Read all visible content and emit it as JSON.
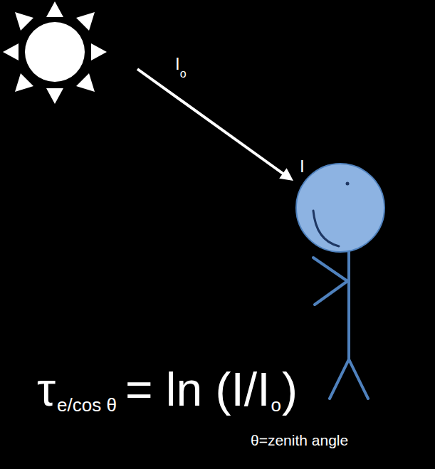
{
  "diagram": {
    "labels": [
      "I",
      "o",
      "I",
      "τ",
      "e/cos θ",
      "= ln (I/I",
      "o",
      ")",
      "θ=zenith angle"
    ]
  }
}
